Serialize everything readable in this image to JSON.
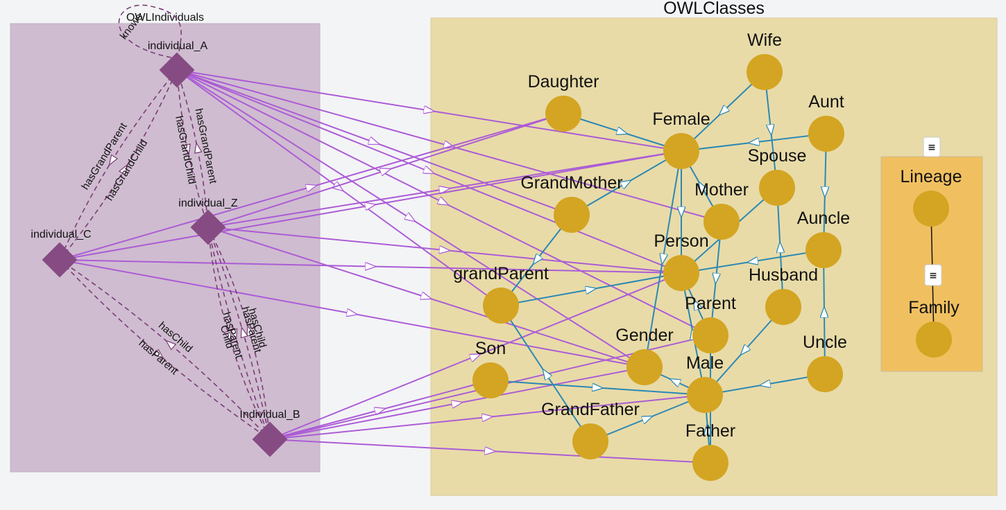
{
  "groups": {
    "individuals": {
      "label": "OWLIndividuals",
      "fill": "#cfbcd0"
    },
    "classes": {
      "label": "OWLClasses",
      "fill": "#e8dba8"
    },
    "lineage": {
      "label": "Lineage",
      "fill": "#f0c060"
    }
  },
  "colors": {
    "individual_node": "#874b84",
    "class_node": "#d4a522",
    "instance_edge": "#ac5cd6",
    "subclass_edge": "#2b88b4",
    "property_edge": "#7a3c77",
    "lineage_edge": "#111111"
  },
  "individuals": [
    {
      "id": "A",
      "label": "individual_A"
    },
    {
      "id": "Z",
      "label": "individual_Z"
    },
    {
      "id": "C",
      "label": "individual_C"
    },
    {
      "id": "B",
      "label": "Individual_B"
    }
  ],
  "classes": [
    {
      "id": "Wife",
      "label": "Wife"
    },
    {
      "id": "Daughter",
      "label": "Daughter"
    },
    {
      "id": "Aunt",
      "label": "Aunt"
    },
    {
      "id": "Female",
      "label": "Female"
    },
    {
      "id": "Spouse",
      "label": "Spouse"
    },
    {
      "id": "GrandMother",
      "label": "GrandMother"
    },
    {
      "id": "Mother",
      "label": "Mother"
    },
    {
      "id": "Auncle",
      "label": "Auncle"
    },
    {
      "id": "Person",
      "label": "Person"
    },
    {
      "id": "grandParent",
      "label": "grandParent"
    },
    {
      "id": "Husband",
      "label": "Husband"
    },
    {
      "id": "Parent",
      "label": "Parent"
    },
    {
      "id": "Gender",
      "label": "Gender"
    },
    {
      "id": "Uncle",
      "label": "Uncle"
    },
    {
      "id": "Son",
      "label": "Son"
    },
    {
      "id": "Male",
      "label": "Male"
    },
    {
      "id": "GrandFather",
      "label": "GrandFather"
    },
    {
      "id": "Father",
      "label": "Father"
    },
    {
      "id": "Lineage",
      "label": "Lineage"
    },
    {
      "id": "Family",
      "label": "Family"
    }
  ],
  "property_edges": [
    {
      "from": "A",
      "to": "A",
      "label": "knows"
    },
    {
      "from": "C",
      "to": "A",
      "label": "hasGrandChild"
    },
    {
      "from": "A",
      "to": "C",
      "label": "hasGrandParent"
    },
    {
      "from": "Z",
      "to": "A",
      "label": "hasGrandParent"
    },
    {
      "from": "A",
      "to": "Z",
      "label": "hasGrandChild"
    },
    {
      "from": "Z",
      "to": "B",
      "label": "hasParent"
    },
    {
      "from": "Z",
      "to": "B",
      "label": "Child"
    },
    {
      "from": "B",
      "to": "Z",
      "label": "hasChild"
    },
    {
      "from": "B",
      "to": "Z",
      "label": "hasParent"
    },
    {
      "from": "C",
      "to": "B",
      "label": "hasParent"
    },
    {
      "from": "B",
      "to": "C",
      "label": "hasChild"
    }
  ],
  "instance_edges": [
    {
      "from": "A",
      "to": "Female"
    },
    {
      "from": "A",
      "to": "Mother"
    },
    {
      "from": "A",
      "to": "Person"
    },
    {
      "from": "A",
      "to": "Parent"
    },
    {
      "from": "A",
      "to": "Gender"
    },
    {
      "from": "A",
      "to": "grandParent"
    },
    {
      "from": "A",
      "to": "GrandMother"
    },
    {
      "from": "Z",
      "to": "Female"
    },
    {
      "from": "Z",
      "to": "Person"
    },
    {
      "from": "Z",
      "to": "Gender"
    },
    {
      "from": "Z",
      "to": "Daughter"
    },
    {
      "from": "C",
      "to": "Female"
    },
    {
      "from": "C",
      "to": "Person"
    },
    {
      "from": "C",
      "to": "Daughter"
    },
    {
      "from": "C",
      "to": "Gender"
    },
    {
      "from": "B",
      "to": "Person"
    },
    {
      "from": "B",
      "to": "Son"
    },
    {
      "from": "B",
      "to": "Male"
    },
    {
      "from": "B",
      "to": "Father"
    },
    {
      "from": "B",
      "to": "Parent"
    },
    {
      "from": "B",
      "to": "Gender"
    }
  ],
  "subclass_edges": [
    {
      "from": "Wife",
      "to": "Female"
    },
    {
      "from": "Wife",
      "to": "Spouse"
    },
    {
      "from": "Daughter",
      "to": "Female"
    },
    {
      "from": "Aunt",
      "to": "Female"
    },
    {
      "from": "Aunt",
      "to": "Auncle"
    },
    {
      "from": "Female",
      "to": "Person"
    },
    {
      "from": "Female",
      "to": "Gender"
    },
    {
      "from": "Mother",
      "to": "Female"
    },
    {
      "from": "Mother",
      "to": "Parent"
    },
    {
      "from": "GrandMother",
      "to": "Female"
    },
    {
      "from": "GrandMother",
      "to": "grandParent"
    },
    {
      "from": "Spouse",
      "to": "Person"
    },
    {
      "from": "Auncle",
      "to": "Person"
    },
    {
      "from": "grandParent",
      "to": "Person"
    },
    {
      "from": "Parent",
      "to": "Person"
    },
    {
      "from": "Husband",
      "to": "Spouse"
    },
    {
      "from": "Husband",
      "to": "Male"
    },
    {
      "from": "Uncle",
      "to": "Auncle"
    },
    {
      "from": "Uncle",
      "to": "Male"
    },
    {
      "from": "Son",
      "to": "Male"
    },
    {
      "from": "Male",
      "to": "Person"
    },
    {
      "from": "Male",
      "to": "Gender"
    },
    {
      "from": "Father",
      "to": "Male"
    },
    {
      "from": "Father",
      "to": "Parent"
    },
    {
      "from": "GrandFather",
      "to": "Male"
    },
    {
      "from": "GrandFather",
      "to": "grandParent"
    }
  ],
  "lineage_edges": [
    {
      "from": "Lineage",
      "to": "Family"
    }
  ],
  "toggle_icon": "≡"
}
